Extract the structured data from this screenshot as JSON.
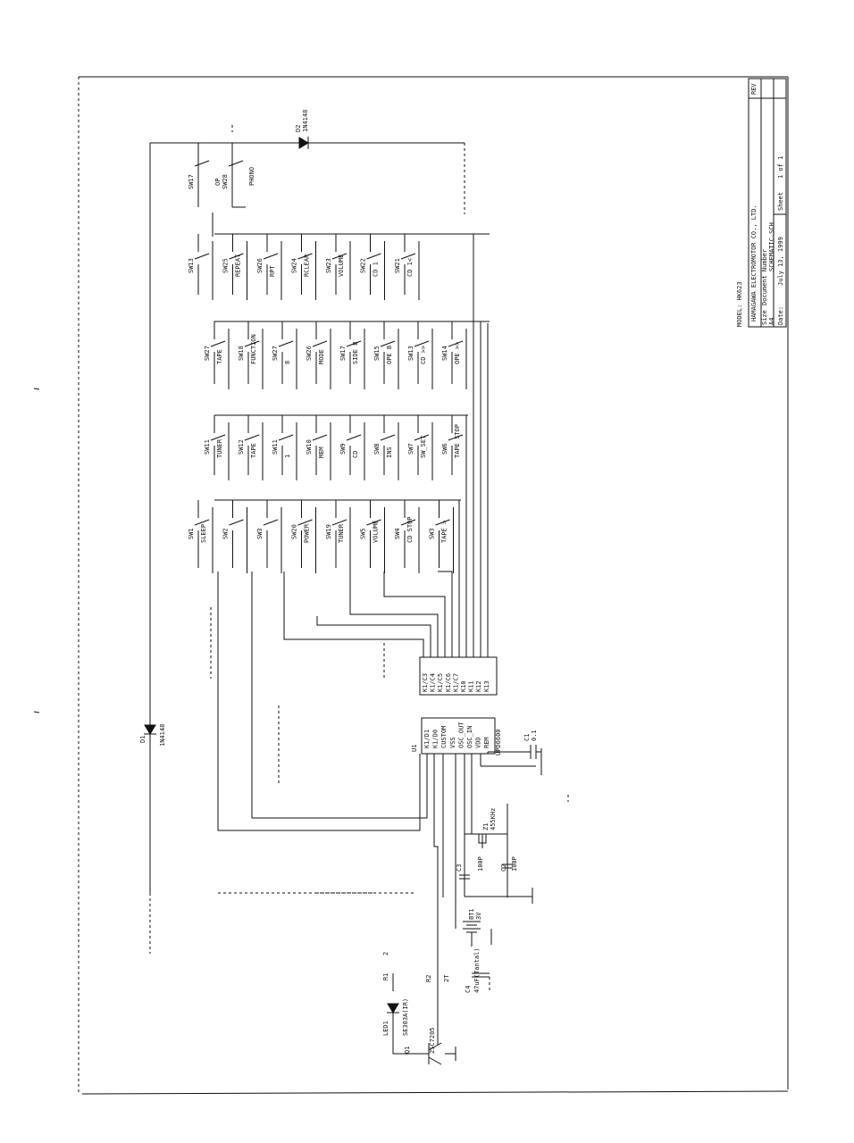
{
  "title_block": {
    "model": "MODEL: HK623",
    "company": "HAMAGAWA ELECTROMOTOR CO., LTD.",
    "rev_label": "REV",
    "size_label": "Size",
    "document_label": "Document Number",
    "document_value": "",
    "a4_label": "A4",
    "file_name": "SCHEMATIC.SCH",
    "date_label": "Date:",
    "date_value": "July 13, 1999",
    "sheet_label": "Sheet",
    "sheet_value": "1 of 1"
  },
  "switches": {
    "col1": [
      {
        "ref": "SW17",
        "name": "OP"
      },
      {
        "ref": "SW28",
        "name": "PHONO"
      },
      {
        "ref": "SW13",
        "name": ""
      },
      {
        "ref": "SW25",
        "name": "REPEAT"
      },
      {
        "ref": "SW26",
        "name": "RPT"
      },
      {
        "ref": "SW24",
        "name": "RCLEAR"
      },
      {
        "ref": "SW23",
        "name": "VOLUME"
      },
      {
        "ref": "SW22",
        "name": "CD 1"
      },
      {
        "ref": "SW21",
        "name": "CD 1<"
      }
    ],
    "col2": [
      {
        "ref": "SW27",
        "name": "TAPE"
      },
      {
        "ref": "SW18",
        "name": "FUNCTION"
      },
      {
        "ref": "SW27",
        "name": "8"
      },
      {
        "ref": "SW26",
        "name": "MODE"
      },
      {
        "ref": "SW17",
        "name": "SIDE B"
      },
      {
        "ref": "SW15",
        "name": "OPE B"
      },
      {
        "ref": "SW13",
        "name": "CD >>"
      },
      {
        "ref": "SW14",
        "name": "OPE >>"
      }
    ],
    "col3": [
      {
        "ref": "SW11",
        "name": "TUNER"
      },
      {
        "ref": "SW12",
        "name": "TAPE"
      },
      {
        "ref": "SW11",
        "name": "1"
      },
      {
        "ref": "SW10",
        "name": "MEM"
      },
      {
        "ref": "SW9",
        "name": "CD"
      },
      {
        "ref": "SW8",
        "name": "INS"
      },
      {
        "ref": "SW7",
        "name": "SW_SET"
      },
      {
        "ref": "SW6",
        "name": "TAPE STOP"
      }
    ],
    "col4": [
      {
        "ref": "SW1",
        "name": "SLEEP"
      },
      {
        "ref": "SW2",
        "name": ""
      },
      {
        "ref": "SW3",
        "name": ""
      },
      {
        "ref": "SW20",
        "name": "POWER"
      },
      {
        "ref": "SW19",
        "name": "TUNER"
      },
      {
        "ref": "SW5",
        "name": "VOLUME"
      },
      {
        "ref": "SW4",
        "name": "CD STOP"
      },
      {
        "ref": "SW3",
        "name": "TAPE >"
      }
    ]
  },
  "components": {
    "d_top_ref": "D2",
    "d_top_part": "1N4148",
    "d_side_ref": "D1",
    "d_side_part": "1N4148",
    "ic_ref": "U1",
    "ic_part": "UPD6600",
    "ic_pins_left": [
      "K1/D1",
      "K1/D0",
      "CUSTOM",
      "VSS",
      "OSC_OUT",
      "OSC_IN",
      "VDD",
      "REM"
    ],
    "ic_pins_right": [
      "K1/C3",
      "K1/C4",
      "K1/C5",
      "K1/C6",
      "K1/C7",
      "K10",
      "K11",
      "K12",
      "K13"
    ],
    "c1_ref": "C1",
    "c1_val": "0.1",
    "c2_ref": "C2",
    "c2_val": "100P",
    "c3_ref": "C3",
    "c3_val": "100P",
    "z1_ref": "Z1",
    "z1_val": "455KHz",
    "bt_ref": "BT1",
    "bt_val": "3V",
    "cap_l_ref": "C4",
    "cap_l_val": "47uF(Tantal)",
    "q1_ref": "Q1",
    "q1_part": "2SC7205",
    "r1_ref": "R1",
    "r1_val": "2",
    "r2_ref": "R2",
    "r2_val": "2T",
    "led_ref": "LED1",
    "led_part": "SE303A(IR)"
  }
}
